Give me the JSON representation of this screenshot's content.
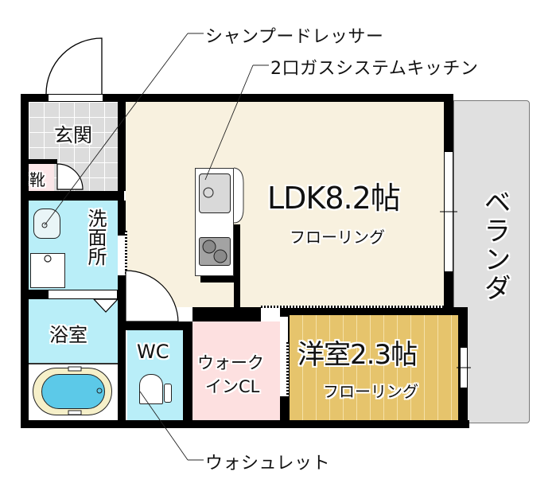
{
  "floorplan": {
    "rooms": {
      "entrance": {
        "label": "玄関"
      },
      "shoe_cabinet": {
        "label": "靴"
      },
      "washroom": {
        "label": "洗面所"
      },
      "bathroom": {
        "label": "浴室"
      },
      "toilet": {
        "label": "WC"
      },
      "ldk": {
        "label": "LDK8.2帖",
        "floor": "フローリング"
      },
      "western_room": {
        "label": "洋室2.3帖",
        "floor": "フローリング"
      },
      "walk_in_closet": {
        "label_line1": "ウォーク",
        "label_line2": "インCL"
      },
      "veranda": {
        "label": "ベランダ"
      }
    },
    "callouts": {
      "shampoo_dresser": "シャンプードレッサー",
      "kitchen": "2口ガスシステムキッチン",
      "washlet": "ウォシュレット"
    },
    "colors": {
      "wall": "#000000",
      "ldk_floor": "#f8f1df",
      "wet_area": "#b9eef8",
      "entrance_tile": "#dcdcdc",
      "western_room_floor": "#e6c46c",
      "closet_floor": "#fde0e0",
      "veranda_floor": "#e0e0e0"
    }
  }
}
